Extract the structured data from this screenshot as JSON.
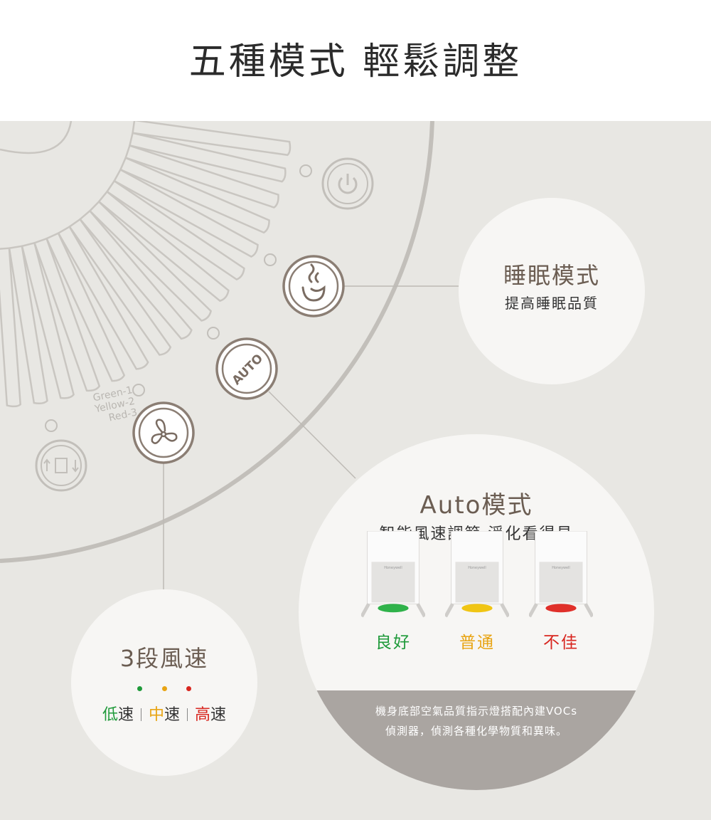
{
  "header": {
    "title": "五種模式  輕鬆調整"
  },
  "device": {
    "indicator_labels": [
      "Green-1",
      "Yellow-2",
      "Red-3"
    ],
    "auto_button_label": "AUTO",
    "icons": [
      "power-icon",
      "sleep-icon",
      "auto-icon",
      "fan-icon",
      "filter-icon"
    ]
  },
  "sleep": {
    "title": "睡眠模式",
    "subtitle": "提高睡眠品質"
  },
  "auto": {
    "title": "Auto模式",
    "subtitle": "智能風速調節  淨化看得見",
    "brand": "Honeywell",
    "quality": [
      {
        "label": "良好",
        "color": "#1f9a3a",
        "glow": "#2fb24a"
      },
      {
        "label": "普通",
        "color": "#e8a413",
        "glow": "#f0c514"
      },
      {
        "label": "不佳",
        "color": "#d8261f",
        "glow": "#e0302a"
      }
    ],
    "note_line1": "機身底部空氣品質指示燈搭配內建VOCs",
    "note_line2": "偵測器，偵測各種化學物質和異味。"
  },
  "speed": {
    "title": "3段風速",
    "levels": [
      {
        "label": "低速",
        "accent": "低",
        "rest": "速",
        "color": "#1f9a3a"
      },
      {
        "label": "中速",
        "accent": "中",
        "rest": "速",
        "color": "#e8a413"
      },
      {
        "label": "高速",
        "accent": "高",
        "rest": "速",
        "color": "#d8261f"
      }
    ]
  },
  "colors": {
    "brand_brown": "#6b5d52",
    "panel_bg": "#e8e7e3",
    "line_gray": "#bdbab5"
  }
}
